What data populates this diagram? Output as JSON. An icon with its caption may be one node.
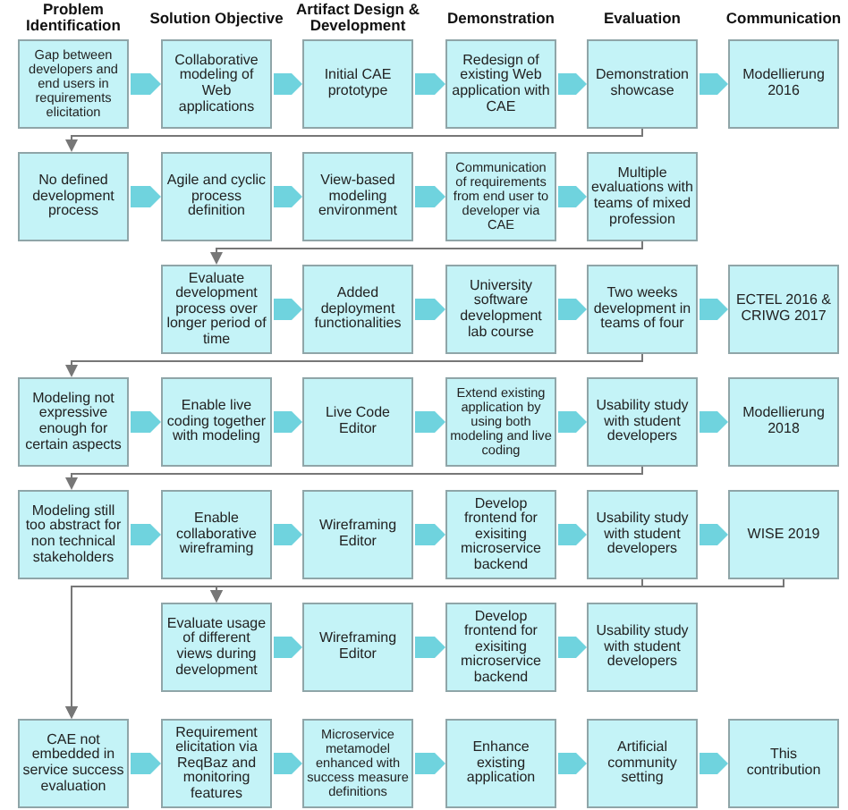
{
  "diagram": {
    "nodes": [
      {
        "text": [
          "Gap between developers and end users in requirements elicitation"
        ]
      },
      {
        "text": [
          "Collaborative modeling of Web applications"
        ]
      },
      {
        "text": [
          "Initial CAE prototype"
        ]
      },
      {
        "text": [
          "Redesign of existing Web application with CAE"
        ]
      },
      {
        "text": [
          "Demonstration showcase"
        ]
      },
      {
        "text": [
          "Modellierung 2016"
        ]
      },
      {
        "text": [
          "No defined development process"
        ]
      },
      {
        "text": [
          "Agile and cyclic process definition"
        ]
      },
      {
        "text": [
          "View-based modeling environment"
        ]
      },
      {
        "text": [
          "Communication of requirements from end user to developer via CAE"
        ]
      },
      {
        "text": [
          "Multiple evaluations with teams of mixed profession"
        ]
      },
      {
        "text": [
          "Evaluate development process over longer period of time"
        ]
      },
      {
        "text": [
          "Added deployment functionalities"
        ]
      },
      {
        "text": [
          "University software development lab course"
        ]
      },
      {
        "text": [
          "Two weeks development in teams of four"
        ]
      },
      {
        "text": [
          "ECTEL 2016 & CRIWG 2017"
        ]
      },
      {
        "text": [
          "Modeling not expressive enough for certain aspects"
        ]
      },
      {
        "text": [
          "Enable live coding together with modeling"
        ]
      },
      {
        "text": [
          "Live Code Editor"
        ]
      },
      {
        "text": [
          "Extend existing application by using both modeling and live coding"
        ]
      },
      {
        "text": [
          "Usability study with student developers"
        ]
      },
      {
        "text": [
          "Modellierung 2018"
        ]
      },
      {
        "text": [
          "Modeling still too abstract for non technical stakeholders"
        ]
      },
      {
        "text": [
          "Enable collaborative wireframing"
        ]
      },
      {
        "text": [
          "Wireframing Editor"
        ]
      },
      {
        "text": [
          "Develop frontend for exisiting microservice backend"
        ]
      },
      {
        "text": [
          "Usability study with student developers"
        ]
      },
      {
        "text": [
          "WISE 2019"
        ]
      },
      {
        "text": [
          "Evaluate usage of different views during development"
        ]
      },
      {
        "text": [
          "Wireframing Editor"
        ]
      },
      {
        "text": [
          "Develop frontend for exisiting microservice backend"
        ]
      },
      {
        "text": [
          "Usability study with student developers"
        ]
      },
      {
        "text": [
          "CAE not embedded in service success evaluation"
        ]
      },
      {
        "text": [
          "Requirement elicitation via ReqBaz and monitoring features"
        ]
      },
      {
        "text": [
          "Microservice metamodel enhanced with success measure definitions"
        ]
      },
      {
        "text": [
          "Enhance existing application"
        ]
      },
      {
        "text": [
          "Artificial community setting"
        ]
      },
      {
        "text": [
          "This contribution"
        ]
      }
    ],
    "edges": [
      {
        "from": 0,
        "to": 1,
        "arrow": "to"
      },
      {
        "from": 1,
        "to": 2,
        "arrow": "to"
      },
      {
        "from": 2,
        "to": 3,
        "arrow": "to"
      },
      {
        "from": 3,
        "to": 4,
        "arrow": "to"
      },
      {
        "from": 4,
        "to": 5,
        "arrow": "to"
      },
      {
        "from": 6,
        "to": 7,
        "arrow": "to"
      },
      {
        "from": 7,
        "to": 8,
        "arrow": "to"
      },
      {
        "from": 8,
        "to": 9,
        "arrow": "to"
      },
      {
        "from": 9,
        "to": 10,
        "arrow": "to"
      },
      {
        "from": 11,
        "to": 12,
        "arrow": "to"
      },
      {
        "from": 12,
        "to": 13,
        "arrow": "to"
      },
      {
        "from": 13,
        "to": 14,
        "arrow": "to"
      },
      {
        "from": 14,
        "to": 15,
        "arrow": "to"
      },
      {
        "from": 16,
        "to": 17,
        "arrow": "to"
      },
      {
        "from": 17,
        "to": 18,
        "arrow": "to"
      },
      {
        "from": 18,
        "to": 19,
        "arrow": "to"
      },
      {
        "from": 19,
        "to": 20,
        "arrow": "to"
      },
      {
        "from": 20,
        "to": 21,
        "arrow": "to"
      },
      {
        "from": 22,
        "to": 23,
        "arrow": "to"
      },
      {
        "from": 23,
        "to": 24,
        "arrow": "to"
      },
      {
        "from": 24,
        "to": 25,
        "arrow": "to"
      },
      {
        "from": 25,
        "to": 26,
        "arrow": "to"
      },
      {
        "from": 26,
        "to": 27,
        "arrow": "to"
      },
      {
        "from": 28,
        "to": 29,
        "arrow": "to"
      },
      {
        "from": 29,
        "to": 30,
        "arrow": "to"
      },
      {
        "from": 30,
        "to": 31,
        "arrow": "to"
      },
      {
        "from": 32,
        "to": 33,
        "arrow": "to"
      },
      {
        "from": 33,
        "to": 34,
        "arrow": "to"
      },
      {
        "from": 34,
        "to": 35,
        "arrow": "to"
      },
      {
        "from": 35,
        "to": 36,
        "arrow": "to"
      },
      {
        "from": 36,
        "to": 37,
        "arrow": "to"
      },
      {
        "from": 4,
        "to": 6,
        "arrow": "to",
        "color": "#777777"
      },
      {
        "from": 10,
        "to": 11,
        "arrow": "to",
        "color": "#777777"
      },
      {
        "from": 14,
        "to": 16,
        "arrow": "to",
        "color": "#777777"
      },
      {
        "from": 20,
        "to": 22,
        "arrow": "to",
        "color": "#777777"
      },
      {
        "from": 26,
        "to": 28,
        "arrow": "to",
        "color": "#777777"
      },
      {
        "from": 27,
        "to": 28,
        "arrow": "to",
        "color": "#777777"
      },
      {
        "from": 26,
        "to": 32,
        "arrow": "to",
        "color": "#777777"
      },
      {
        "from": 27,
        "to": 32,
        "arrow": "to",
        "color": "#777777"
      }
    ],
    "labels": [
      "Problem Identification",
      "Solution Objective",
      "Artifact Design & Development",
      "Demonstration",
      "Evaluation",
      "Communication"
    ]
  }
}
